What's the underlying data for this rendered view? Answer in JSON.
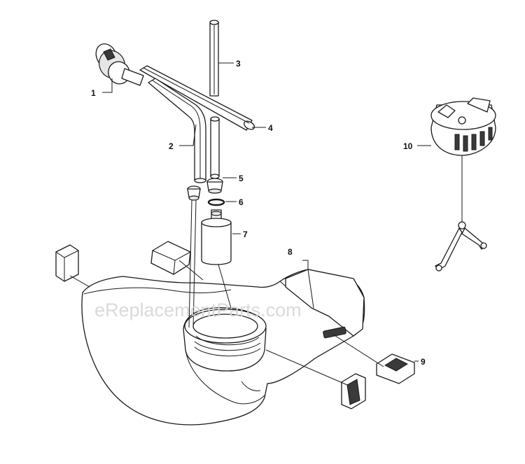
{
  "watermark": "eReplacementParts.com",
  "callouts": {
    "c1": "1",
    "c2": "2",
    "c3": "3",
    "c4": "4",
    "c5": "5",
    "c6": "6",
    "c7": "7",
    "c8": "8",
    "c9": "9",
    "c10": "10"
  },
  "colors": {
    "line": "#1a1a1a",
    "fill": "#ffffff",
    "watermark": "#d4d4d4"
  }
}
